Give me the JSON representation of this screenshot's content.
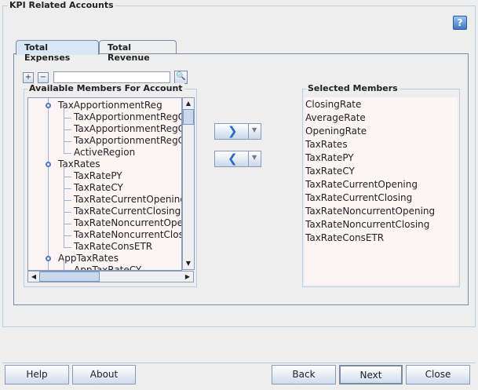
{
  "frame": {
    "title": "KPI Related Accounts"
  },
  "help_icon": "?",
  "tabs": [
    {
      "label": "Total Expenses",
      "active": true
    },
    {
      "label": "Total Revenue",
      "active": false
    }
  ],
  "available": {
    "title": "Available Members For Account",
    "search_value": "",
    "expand": "+",
    "collapse": "−",
    "tree": [
      {
        "label": "TaxApportionmentReg",
        "level": 1
      },
      {
        "label": "TaxApportionmentRegO",
        "level": 2
      },
      {
        "label": "TaxApportionmentRegC",
        "level": 2
      },
      {
        "label": "TaxApportionmentRegC",
        "level": 2
      },
      {
        "label": "ActiveRegion",
        "level": 2
      },
      {
        "label": "TaxRates",
        "level": 1
      },
      {
        "label": "TaxRatePY",
        "level": 2
      },
      {
        "label": "TaxRateCY",
        "level": 2
      },
      {
        "label": "TaxRateCurrentOpening",
        "level": 2
      },
      {
        "label": "TaxRateCurrentClosing",
        "level": 2
      },
      {
        "label": "TaxRateNoncurrentOper",
        "level": 2
      },
      {
        "label": "TaxRateNoncurrentClosi",
        "level": 2
      },
      {
        "label": "TaxRateConsETR",
        "level": 2
      },
      {
        "label": "AppTaxRates",
        "level": 1
      },
      {
        "label": "AppTaxRateCY",
        "level": 2
      }
    ]
  },
  "selected": {
    "title": "Selected Members",
    "items": [
      "ClosingRate",
      "AverageRate",
      "OpeningRate",
      "TaxRates",
      "TaxRatePY",
      "TaxRateCY",
      "TaxRateCurrentOpening",
      "TaxRateCurrentClosing",
      "TaxRateNoncurrentOpening",
      "TaxRateNoncurrentClosing",
      "TaxRateConsETR"
    ]
  },
  "buttons": {
    "help": "Help",
    "about": "About",
    "back": "Back",
    "next": "Next",
    "close": "Close"
  }
}
